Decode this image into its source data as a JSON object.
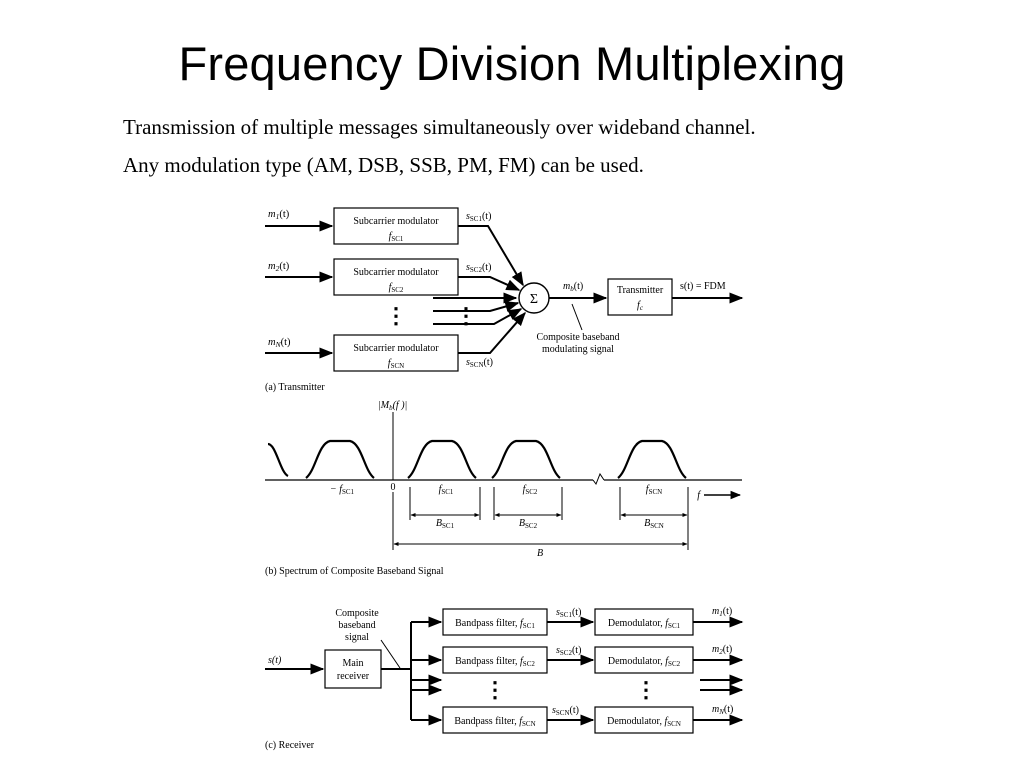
{
  "title": "Frequency Division Multiplexing",
  "lines": [
    "Transmission of multiple messages simultaneously over wideband channel.",
    "Any modulation type (AM, DSB, SSB, PM, FM) can be used."
  ],
  "transmitter": {
    "inputs": [
      {
        "m": "m",
        "sub": "1",
        "tail": "(t)"
      },
      {
        "m": "m",
        "sub": "2",
        "tail": "(t)"
      },
      {
        "m": "m",
        "sub": "N",
        "tail": "(t)"
      }
    ],
    "modulator_label": "Subcarrier modulator",
    "modulator_freqs": [
      {
        "f": "f",
        "sub": "SC1"
      },
      {
        "f": "f",
        "sub": "SC2"
      },
      {
        "f": "f",
        "sub": "SCN"
      }
    ],
    "subcarrier_signals": [
      {
        "s": "s",
        "sub": "SC1",
        "tail": "(t)"
      },
      {
        "s": "s",
        "sub": "SC2",
        "tail": "(t)"
      },
      {
        "s": "s",
        "sub": "SCN",
        "tail": "(t)"
      }
    ],
    "sum_symbol": "Σ",
    "mb": {
      "m": "m",
      "sub": "b",
      "tail": "(t)"
    },
    "tx_box": {
      "label": "Transmitter",
      "f": "f",
      "sub": "c"
    },
    "output": "s(t) = FDM",
    "composite_note": [
      "Composite baseband",
      "modulating signal"
    ],
    "caption": "(a) Transmitter"
  },
  "spectrum": {
    "ylabel": {
      "pre": "|M",
      "sub": "b",
      "post": "(f )|"
    },
    "ticks": [
      {
        "pre": "− f",
        "sub": "SC1"
      },
      {
        "pre": "0",
        "sub": ""
      },
      {
        "pre": "f",
        "sub": "SC1"
      },
      {
        "pre": "f",
        "sub": "SC2"
      },
      {
        "pre": "f",
        "sub": "SCN"
      }
    ],
    "flabel": "f",
    "bandwidths": [
      {
        "pre": "B",
        "sub": "SC1"
      },
      {
        "pre": "B",
        "sub": "SC2"
      },
      {
        "pre": "B",
        "sub": "SCN"
      }
    ],
    "total_b": "B",
    "caption": "(b) Spectrum of Composite Baseband Signal"
  },
  "receiver": {
    "input": "s(t)",
    "main_box": [
      "Main",
      "receiver"
    ],
    "composite_note": [
      "Composite",
      "baseband",
      "signal"
    ],
    "bpf": [
      {
        "label": "Bandpass filter, ",
        "f": "f",
        "sub": "SC1"
      },
      {
        "label": "Bandpass filter, ",
        "f": "f",
        "sub": "SC2"
      },
      {
        "label": "Bandpass filter, ",
        "f": "f",
        "sub": "SCN"
      }
    ],
    "sc_signals": [
      {
        "s": "s",
        "sub": "SC1",
        "tail": "(t)"
      },
      {
        "s": "s",
        "sub": "SC2",
        "tail": "(t)"
      },
      {
        "s": "s",
        "sub": "SCN",
        "tail": "(t)"
      }
    ],
    "demod": [
      {
        "label": "Demodulator, ",
        "f": "f",
        "sub": "SC1"
      },
      {
        "label": "Demodulator, ",
        "f": "f",
        "sub": "SC2"
      },
      {
        "label": "Demodulator, ",
        "f": "f",
        "sub": "SCN"
      }
    ],
    "outputs": [
      {
        "m": "m",
        "sub": "1",
        "tail": "(t)"
      },
      {
        "m": "m",
        "sub": "2",
        "tail": "(t)"
      },
      {
        "m": "m",
        "sub": "N",
        "tail": "(t)"
      }
    ],
    "caption": "(c) Receiver"
  }
}
